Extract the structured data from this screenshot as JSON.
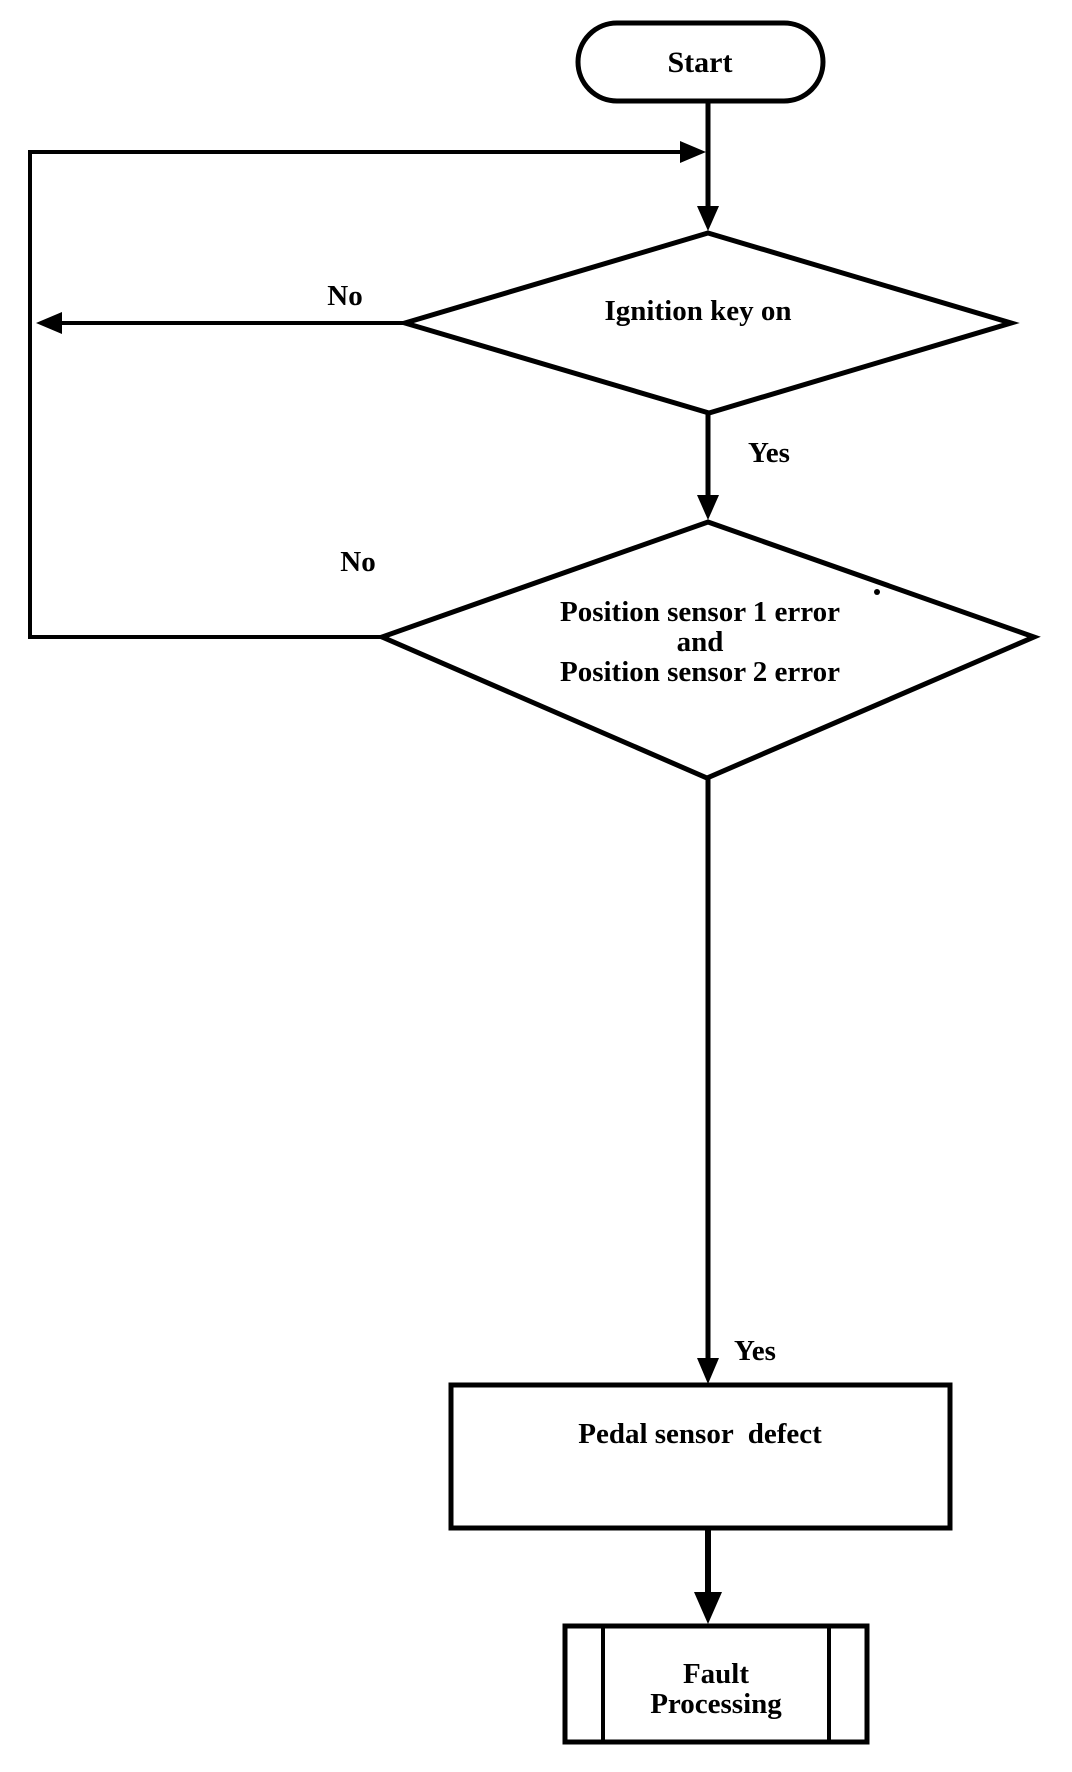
{
  "colors": {
    "background": "#ffffff",
    "line": "#000000",
    "text": "#000000"
  },
  "flowchart": {
    "nodes": {
      "start": {
        "type": "terminator",
        "label": "Start"
      },
      "ignition_decision": {
        "type": "decision",
        "label": "Ignition key on"
      },
      "sensor_decision": {
        "type": "decision",
        "lines": [
          "Position sensor 1 error",
          "and",
          "Position sensor 2 error"
        ]
      },
      "pedal_defect": {
        "type": "process",
        "label": "Pedal sensor  defect"
      },
      "fault_processing": {
        "type": "predefined_process",
        "lines": [
          "Fault",
          "Processing"
        ]
      }
    },
    "edge_labels": {
      "ignition_no": "No",
      "ignition_yes": "Yes",
      "sensor_no": "No",
      "sensor_yes": "Yes"
    },
    "edges": [
      {
        "from": "start",
        "to": "ignition_decision",
        "label": ""
      },
      {
        "from": "ignition_decision",
        "to": "loop_top",
        "label": "No"
      },
      {
        "from": "ignition_decision",
        "to": "sensor_decision",
        "label": "Yes"
      },
      {
        "from": "sensor_decision",
        "to": "loop_top",
        "label": "No"
      },
      {
        "from": "sensor_decision",
        "to": "pedal_defect",
        "label": "Yes"
      },
      {
        "from": "pedal_defect",
        "to": "fault_processing",
        "label": ""
      }
    ]
  }
}
